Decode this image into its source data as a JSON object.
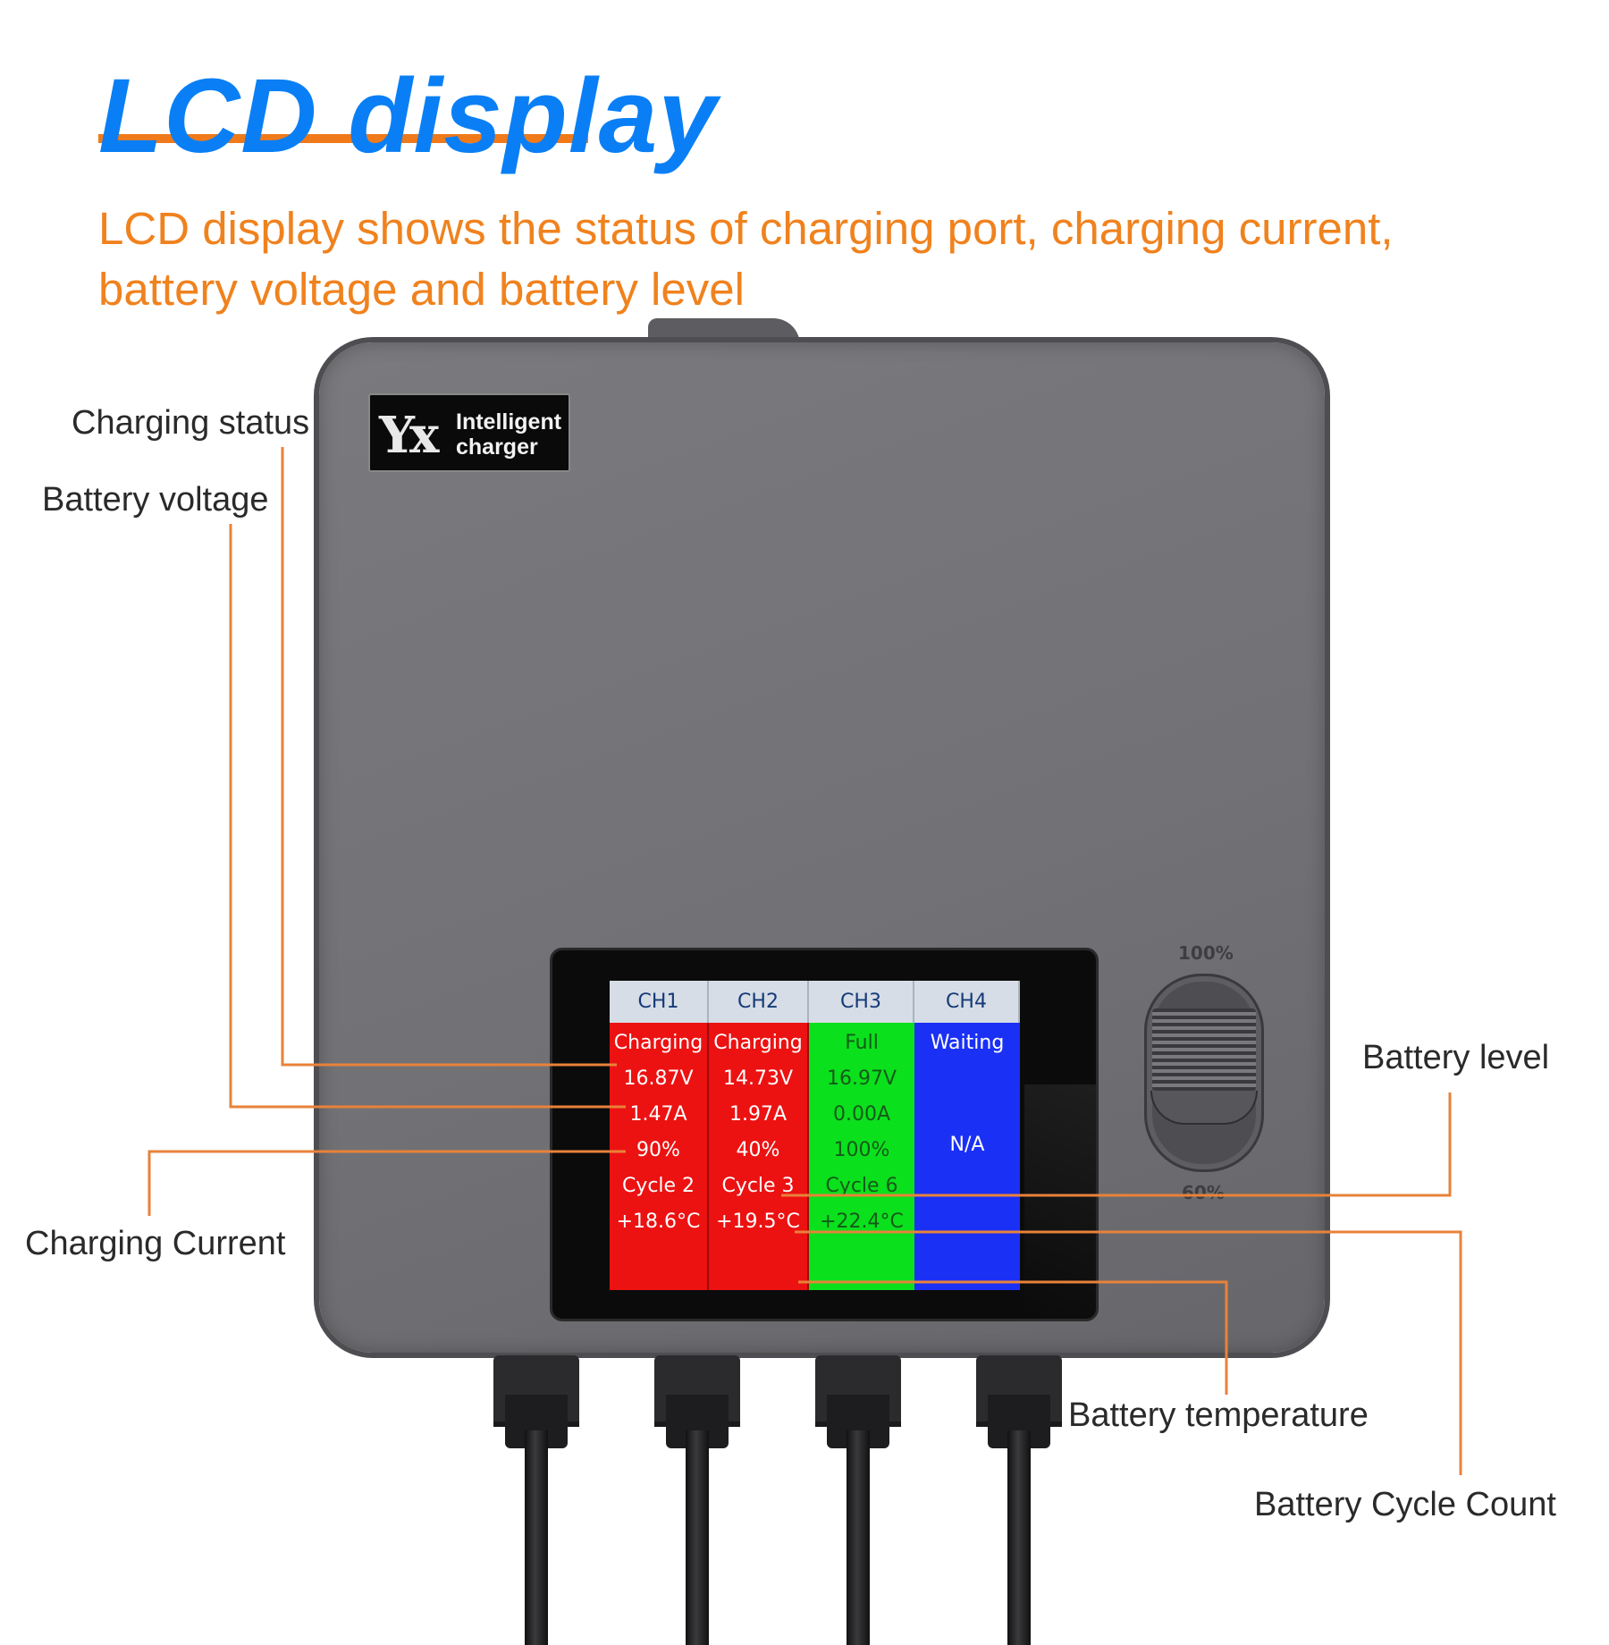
{
  "header": {
    "title": "LCD display",
    "subtitle": "LCD display shows the status of charging port, charging current, battery voltage and battery level"
  },
  "device": {
    "brand_mark": "Yx",
    "brand_line1": "Intelligent",
    "brand_line2": "charger",
    "dial_top": "100%",
    "dial_bottom": "60%"
  },
  "lcd": {
    "channels": [
      {
        "name": "CH1",
        "status": "Charging",
        "voltage": "16.87V",
        "current": "1.47A",
        "level": "90%",
        "cycle": "Cycle 2",
        "temp": "+18.6°C"
      },
      {
        "name": "CH2",
        "status": "Charging",
        "voltage": "14.73V",
        "current": "1.97A",
        "level": "40%",
        "cycle": "Cycle 3",
        "temp": "+19.5°C"
      },
      {
        "name": "CH3",
        "status": "Full",
        "voltage": "16.97V",
        "current": "0.00A",
        "level": "100%",
        "cycle": "Cycle 6",
        "temp": "+22.4°C"
      },
      {
        "name": "CH4",
        "status": "Waiting",
        "na": "N/A"
      }
    ]
  },
  "callouts": {
    "charging_status": "Charging status",
    "battery_voltage": "Battery voltage",
    "charging_current": "Charging Current",
    "battery_level": "Battery level",
    "battery_temperature": "Battery temperature",
    "battery_cycle_count": "Battery Cycle Count"
  },
  "colors": {
    "title_blue": "#0a7ff5",
    "accent_orange": "#f07a1a",
    "ch_red": "#ec1212",
    "ch_green": "#0be01c",
    "ch_blue": "#1b30f5"
  }
}
